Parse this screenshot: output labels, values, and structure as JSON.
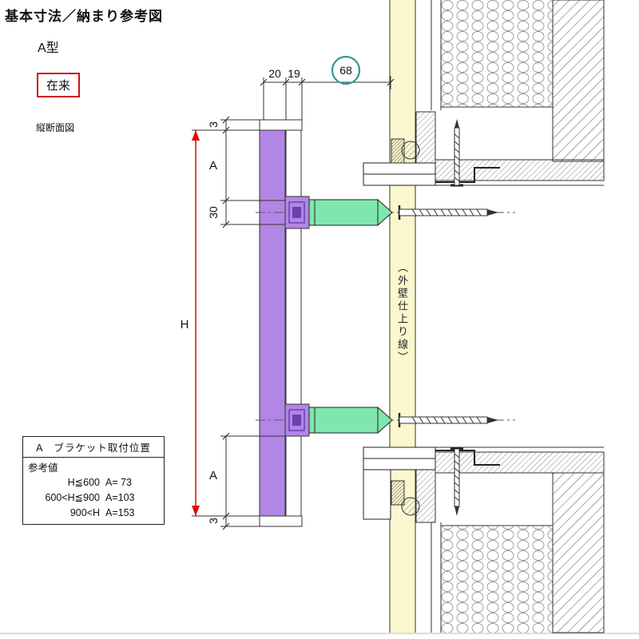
{
  "header": {
    "title": "基本寸法／納まり参考図",
    "type_label": "A型",
    "method_label": "在来",
    "view_label": "縦断面図"
  },
  "drawing": {
    "dim_20": "20",
    "dim_19": "19",
    "dim_68": "68",
    "dim_3_top": "3",
    "dim_3_bottom": "3",
    "dim_A_top": "A",
    "dim_A_bottom": "A",
    "dim_30": "30",
    "dim_H": "H",
    "wall_finish_label": "（外壁仕上り線）"
  },
  "table": {
    "title": "A　ブラケット取付位置",
    "note": "参考値",
    "rows": [
      {
        "cond": "H≦600",
        "val": "A= 73"
      },
      {
        "cond": "600<H≦900",
        "val": "A=103"
      },
      {
        "cond": "900<H",
        "val": "A=153"
      }
    ]
  },
  "colors": {
    "panel_purple": "#b286e4",
    "panel_purple_dark": "#6b41b0",
    "bracket_green": "#7fe6ad",
    "wall_yellow": "#fbf8cf",
    "dim_red": "#e60000",
    "circle_green": "#2a9d8f",
    "box_red": "#cc1111"
  }
}
